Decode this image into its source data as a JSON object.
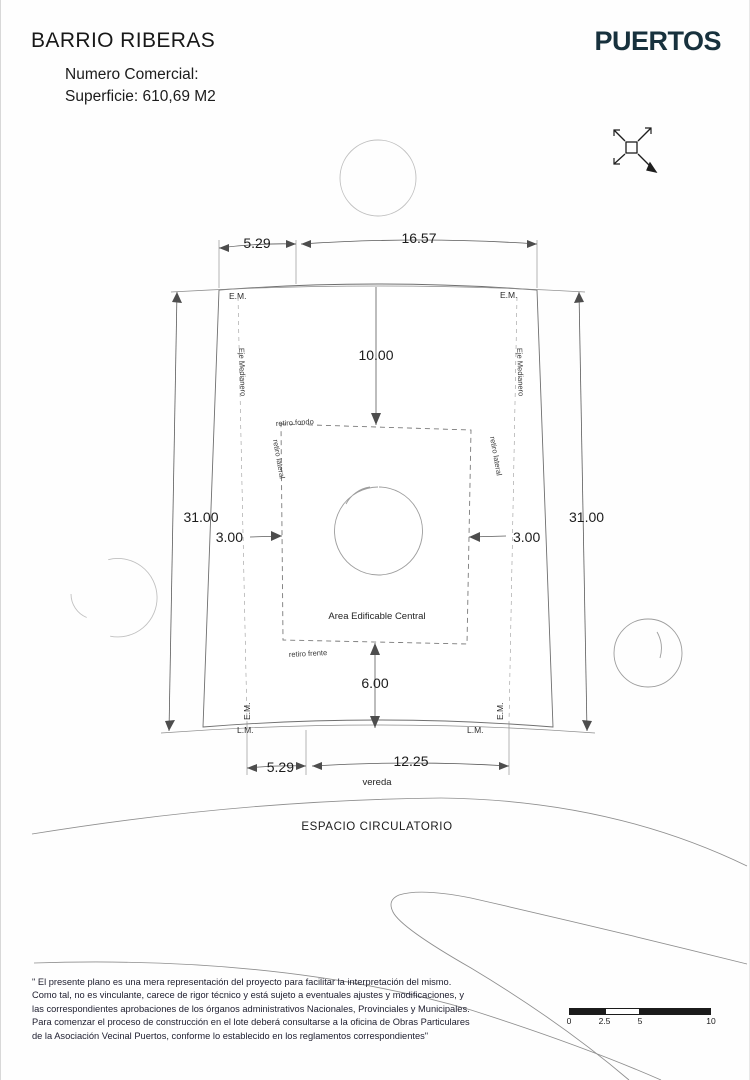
{
  "header": {
    "title": "BARRIO RIBERAS",
    "numero_comercial_label": "Numero Comercial:",
    "numero_comercial_value": "",
    "superficie_label": "Superficie:",
    "superficie_value": "610,69 M2",
    "superficie_line": "Superficie: 610,69 M2",
    "brand": "PUERTOS",
    "brand_color": "#17313d",
    "north_icon": "north-arrow-icon"
  },
  "plan": {
    "dimensions": {
      "top_left": "5.29",
      "top_right": "16.57",
      "left_side": "31.00",
      "right_side": "31.00",
      "setback_rear": "10.00",
      "setback_left": "3.00",
      "setback_right": "3.00",
      "setback_front": "6.00",
      "bottom_left": "5.29",
      "bottom_right": "12.25"
    },
    "labels": {
      "em_top_left": "E.M.",
      "em_top_right": "E.M.",
      "em_bottom_left": "E.M.",
      "em_bottom_right": "E.M.",
      "lm_bottom_left": "L.M.",
      "lm_bottom_right": "L.M.",
      "eje_medianero_left": "Eje Medianero",
      "eje_medianero_right": "Eje Medianero",
      "retiro_fondo": "retiro fondo",
      "retiro_lateral_left": "retiro lateral",
      "retiro_lateral_right": "retiro lateral",
      "retiro_frente": "retiro frente",
      "area_edificable": "Area Edificable Central",
      "vereda": "vereda",
      "espacio_circulatorio": "ESPACIO CIRCULATORIO"
    }
  },
  "footer": {
    "disclaimer_lines": [
      "\" El presente plano es una mera representación del proyecto para facilitar la interpretación del mismo.",
      "Como tal, no es vinculante, carece de rigor técnico y está sujeto a eventuales ajustes y modificaciones, y",
      "las correspondientes aprobaciones de los órganos administrativos Nacionales, Provinciales y Municipales.",
      "Para comenzar el proceso de construcción en el lote deberá consultarse a la oficina de Obras Particulares",
      "de la Asociación Vecinal Puertos, conforme lo establecido en los reglamentos correspondientes\""
    ],
    "scale": {
      "ticks": [
        "0",
        "2.5",
        "5",
        "10"
      ],
      "tick_positions": [
        0,
        25,
        50,
        100
      ]
    }
  }
}
